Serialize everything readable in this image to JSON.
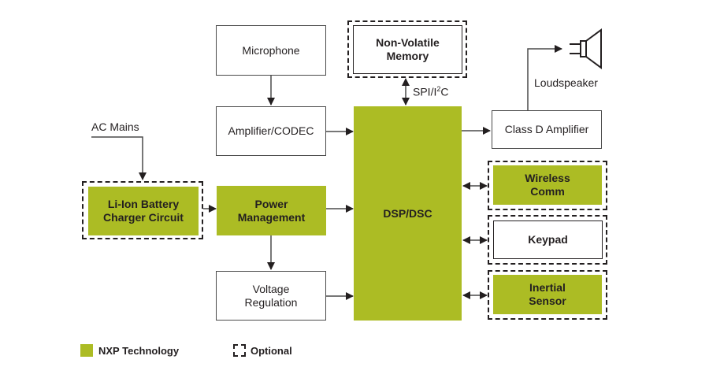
{
  "colors": {
    "nxp_green": "#acbc24",
    "line": "#4a4a4a",
    "text": "#231f20"
  },
  "blocks": {
    "microphone": "Microphone",
    "amplifier_codec": "Amplifier/CODEC",
    "non_volatile_memory": "Non-Volatile\nMemory",
    "dsp": "DSP/DSC",
    "class_d_amplifier": "Class D Amplifier",
    "li_ion_charger": "Li-Ion Battery\nCharger Circuit",
    "power_management": "Power\nManagement",
    "voltage_regulation": "Voltage\nRegulation",
    "wireless_comm": "Wireless\nComm",
    "keypad": "Keypad",
    "inertial_sensor": "Inertial\nSensor"
  },
  "labels": {
    "ac_mains": "AC Mains",
    "loudspeaker": "Loudspeaker",
    "spi_i2c_prefix": "SPI/I",
    "spi_i2c_sup": "2",
    "spi_i2c_suffix": "C"
  },
  "icons": {
    "loudspeaker": "speaker-icon"
  },
  "legend": {
    "nxp": "NXP Technology",
    "optional": "Optional"
  }
}
